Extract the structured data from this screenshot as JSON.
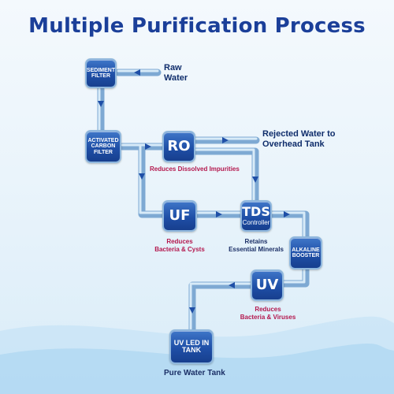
{
  "title": "Multiple Purification Process",
  "stages": {
    "sediment": "Sediment Filter",
    "carbon": "Activated Carbon Filter",
    "ro": "RO",
    "uf": "UF",
    "tds_main": "TDS",
    "tds_sub": "Controller",
    "alkaline": "Alkaline Booster",
    "uv": "UV",
    "uvled": "UV LED In Tank"
  },
  "labels": {
    "raw_line1": "Raw",
    "raw_line2": "Water",
    "rejected_line1": "Rejected Water to",
    "rejected_line2": "Overhead Tank",
    "ro_desc": "Reduces Dissolved Impurities",
    "uf_desc_1": "Reduces",
    "uf_desc_2": "Bacteria & Cysts",
    "tds_desc_1": "Retains",
    "tds_desc_2": "Essential Minerals",
    "uv_desc_1": "Reduces",
    "uv_desc_2": "Bacteria & Viruses",
    "tank": "Pure Water Tank"
  },
  "colors": {
    "title": "#1b3f99",
    "box": "#1f4fa7",
    "pipe": "#a9cbe6",
    "red_text": "#b4184e",
    "dark_text": "#0f2d6b"
  }
}
